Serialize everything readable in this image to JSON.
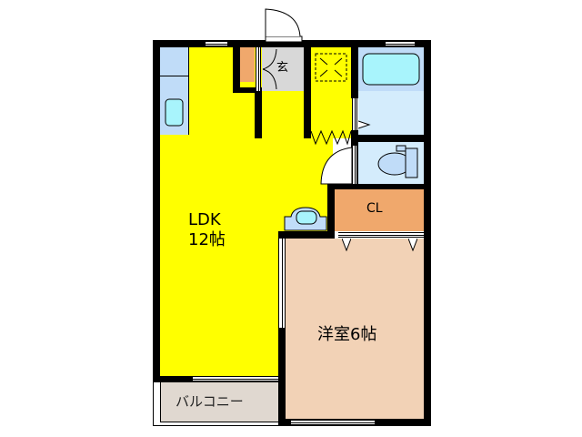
{
  "floor_plan": {
    "rooms": {
      "ldk": {
        "label_line1": "LDK",
        "label_line2": "12帖",
        "color": "#ffff00"
      },
      "western_room": {
        "label": "洋室6帖",
        "color": "#f2d2b6"
      },
      "closet": {
        "label": "CL",
        "color": "#f0a86c"
      },
      "balcony": {
        "label": "バルコニー",
        "color": "#e0d8d0"
      },
      "entrance": {
        "label": "玄",
        "color": "#d8d8d8"
      },
      "bathroom": {
        "color": "#d4ecfc"
      },
      "toilet": {
        "color": "#d4ecfc"
      },
      "kitchen": {
        "color": "#c0dcf8"
      },
      "shoe_box": {
        "color": "#f0a86c"
      }
    },
    "colors": {
      "wall": "#000000",
      "fixture_fill": "#a8f4fc",
      "fixture_base": "#c0dcf8"
    }
  }
}
